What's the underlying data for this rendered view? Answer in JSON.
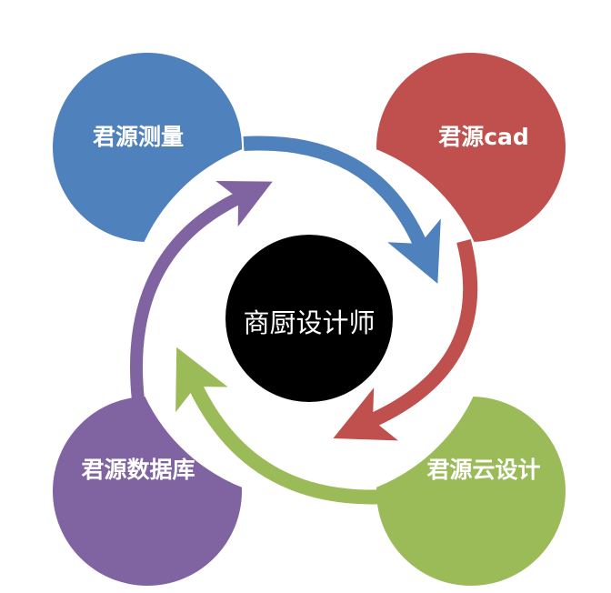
{
  "center": {
    "label": "商厨设计师",
    "color": "#000000"
  },
  "nodes": [
    {
      "label": "君源测量",
      "color": "#4f81bd"
    },
    {
      "label": "君源cad",
      "color": "#c0504d"
    },
    {
      "label": "君源云设计",
      "color": "#9bbb59"
    },
    {
      "label": "君源数据库",
      "color": "#8064a2"
    }
  ]
}
